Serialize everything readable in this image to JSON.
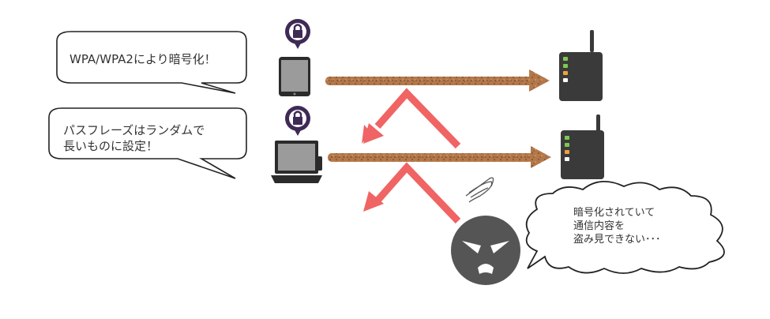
{
  "bubbles": {
    "top": {
      "text": "WPA/WPA2により暗号化！"
    },
    "middle": {
      "line1": "パスフレーズはランダムで",
      "line2": "長いものに設定！"
    },
    "attacker": {
      "line1": "暗号化されていて",
      "line2": "通信内容を",
      "line3": "盗み見できない･･･"
    }
  },
  "colors": {
    "cable": "#b4784a",
    "attack_arrow": "#f06464",
    "router": "#3a3a3a",
    "lock_badge": "#3f2a55",
    "attacker_face": "#555555"
  },
  "icons": [
    "lock-icon",
    "tablet-icon",
    "laptop-icon",
    "router-icon",
    "attacker-face-icon",
    "swirl-icon"
  ]
}
